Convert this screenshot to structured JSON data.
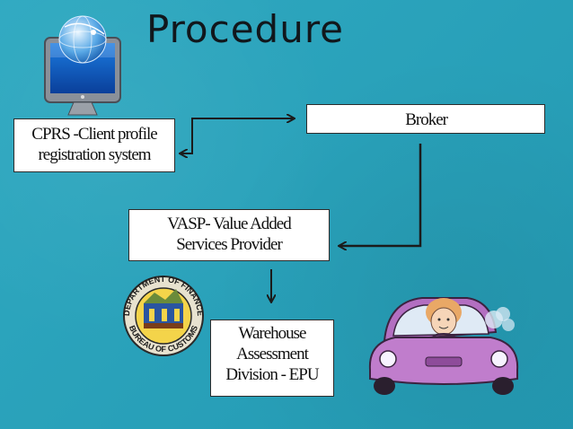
{
  "slide": {
    "title": "Procedure"
  },
  "boxes": {
    "cprs": {
      "line1": "CPRS -Client profile",
      "line2": "registration system"
    },
    "broker": {
      "label": "Broker"
    },
    "vasp": {
      "line1": "VASP- Value Added",
      "line2": "Services Provider"
    },
    "warehouse": {
      "line1": "Warehouse",
      "line2": "Assessment",
      "line3": "Division  - EPU"
    }
  },
  "seal": {
    "top_text": "DEPARTMENT OF FINANCE",
    "bottom_text": "BUREAU OF CUSTOMS"
  },
  "colors": {
    "background": "#2aa3bb",
    "arrow": "#1b1b1b",
    "box_fill": "#ffffff"
  }
}
